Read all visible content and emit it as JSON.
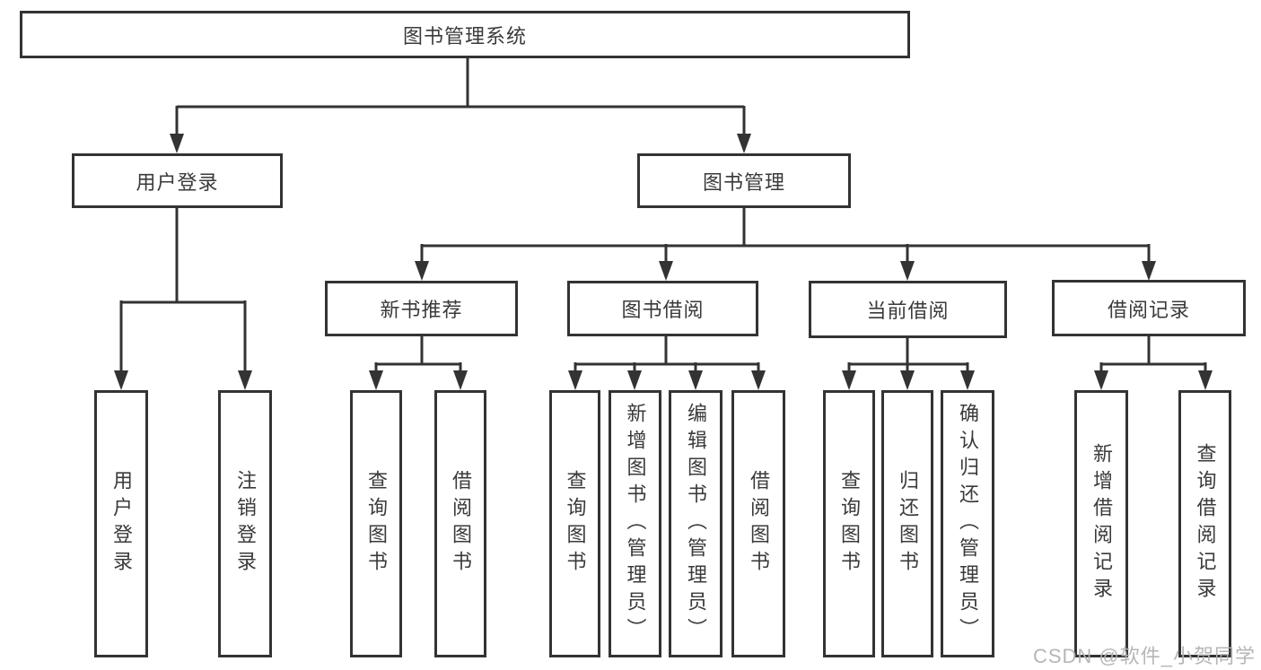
{
  "diagram": {
    "root": {
      "label": "图书管理系统"
    },
    "login": {
      "label": "用户登录",
      "children": [
        {
          "label": "用户登录"
        },
        {
          "label": "注销登录"
        }
      ]
    },
    "manage": {
      "label": "图书管理",
      "groups": [
        {
          "label": "新书推荐",
          "children": [
            {
              "label": "查询图书"
            },
            {
              "label": "借阅图书"
            }
          ]
        },
        {
          "label": "图书借阅",
          "children": [
            {
              "label": "查询图书"
            },
            {
              "label": "新增图书（管理员）"
            },
            {
              "label": "编辑图书（管理员）"
            },
            {
              "label": "借阅图书"
            }
          ]
        },
        {
          "label": "当前借阅",
          "children": [
            {
              "label": "查询图书"
            },
            {
              "label": "归还图书"
            },
            {
              "label": "确认归还（管理员）"
            }
          ]
        },
        {
          "label": "借阅记录",
          "children": [
            {
              "label": "新增借阅记录"
            },
            {
              "label": "查询借阅记录"
            }
          ]
        }
      ]
    }
  },
  "watermark": {
    "text": "CSDN @软件_小贺同学"
  },
  "colors": {
    "line": "#333333",
    "box_background": "#ffffff",
    "watermark": "#b2b2b2"
  }
}
